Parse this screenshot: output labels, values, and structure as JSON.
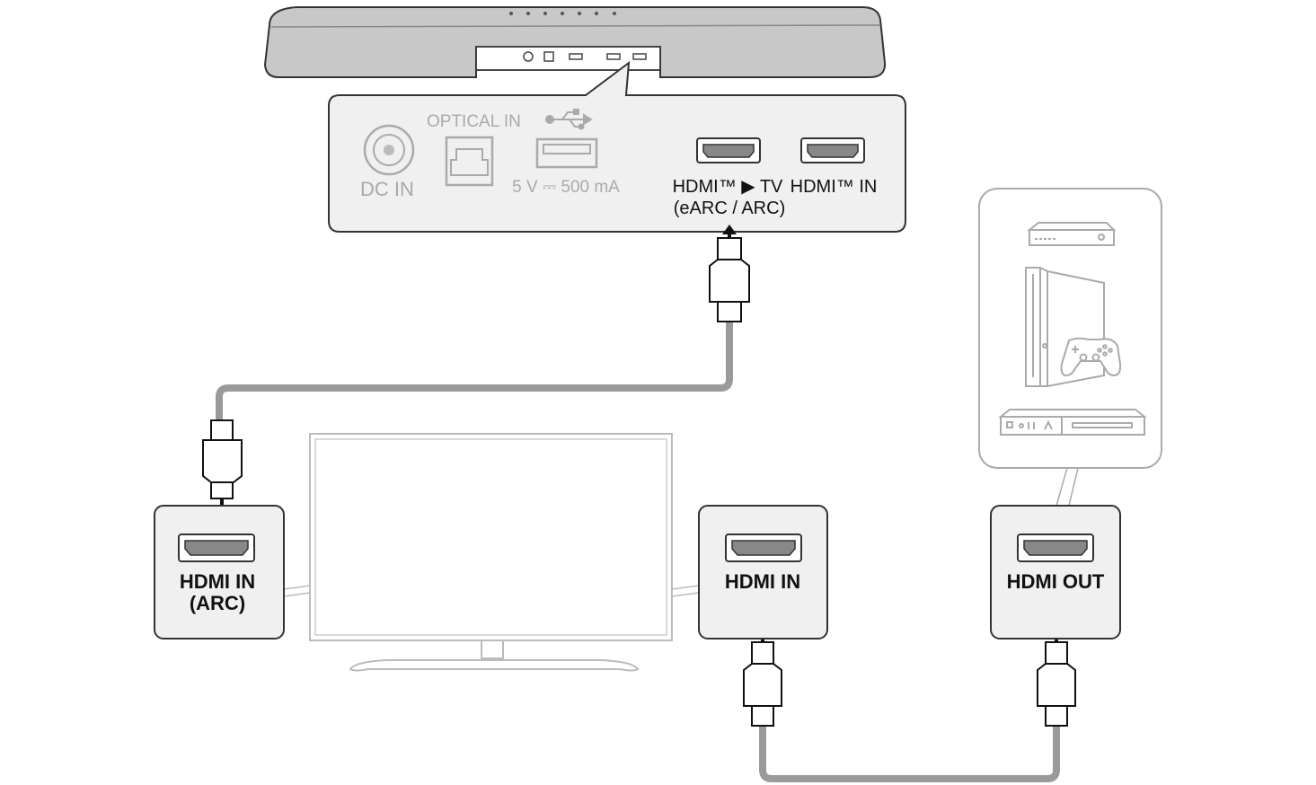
{
  "soundbar_panel": {
    "dc_in_label": "DC IN",
    "optical_in_label": "OPTICAL IN",
    "usb_rating_label": "5 V ⎓ 500 mA",
    "hdmi_out_label_line1": "HDMI™ ▶ TV",
    "hdmi_out_label_line2": "(eARC / ARC)",
    "hdmi_in_label": "HDMI™ IN"
  },
  "tv": {
    "left_port_label_line1": "HDMI IN",
    "left_port_label_line2": "(ARC)",
    "right_port_label": "HDMI IN"
  },
  "external_device": {
    "port_label": "HDMI OUT",
    "device_icons": [
      "set-top-box-icon",
      "game-console-icon",
      "gamepad-icon",
      "blu-ray-player-icon"
    ]
  },
  "colors": {
    "device_fill": "#c8c8c8",
    "panel_fill": "#f0f0f0",
    "cable": "#9a9a9a",
    "outline": "#333333",
    "dim": "#aaaaaa"
  }
}
